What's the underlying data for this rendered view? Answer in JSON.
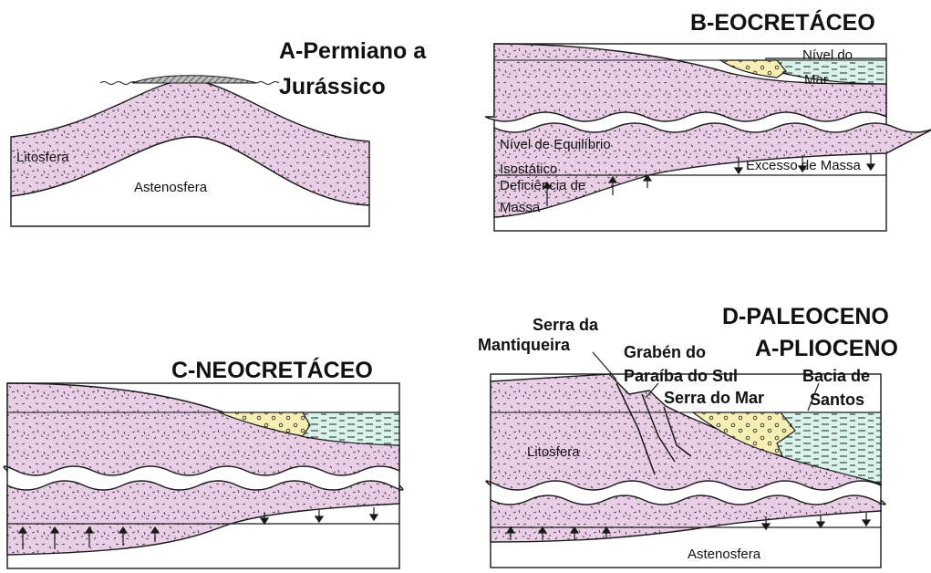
{
  "colors": {
    "lithosphere": "#e8cfe6",
    "sediment_continental": "#f6efb4",
    "sediment_marine": "#d9f2ea",
    "outline": "#1a1a1a",
    "background": "#ffffff"
  },
  "panel_a": {
    "title_line1": "A-Permiano a",
    "title_line2": "Jurássico",
    "label_lithosphere": "Litosfera",
    "label_asthenosphere": "Astenosfera"
  },
  "panel_b": {
    "title": "B-EOCRETÁCEO",
    "label_sea_level_1": "Nível do",
    "label_sea_level_2": "Mar",
    "label_isostatic_1": "Nível de Equilíbrio",
    "label_isostatic_2": "Isostático",
    "label_mass_excess": "Excesso de Massa",
    "label_mass_deficit_1": "Deficiência de",
    "label_mass_deficit_2": "Massa"
  },
  "panel_c": {
    "title": "C-NEOCRETÁCEO"
  },
  "panel_d": {
    "title_line1": "D-PALEOCENO",
    "title_line2": "A-PLIOCENO",
    "label_mantiqueira_1": "Serra da",
    "label_mantiqueira_2": "Mantiqueira",
    "label_graben_1": "Grabén do",
    "label_graben_2": "Paraíba do Sul",
    "label_serra_mar": "Serra do Mar",
    "label_santos_1": "Bacia de",
    "label_santos_2": "Santos",
    "label_lithosphere": "Litosfera",
    "label_asthenosphere": "Astenosfera"
  }
}
